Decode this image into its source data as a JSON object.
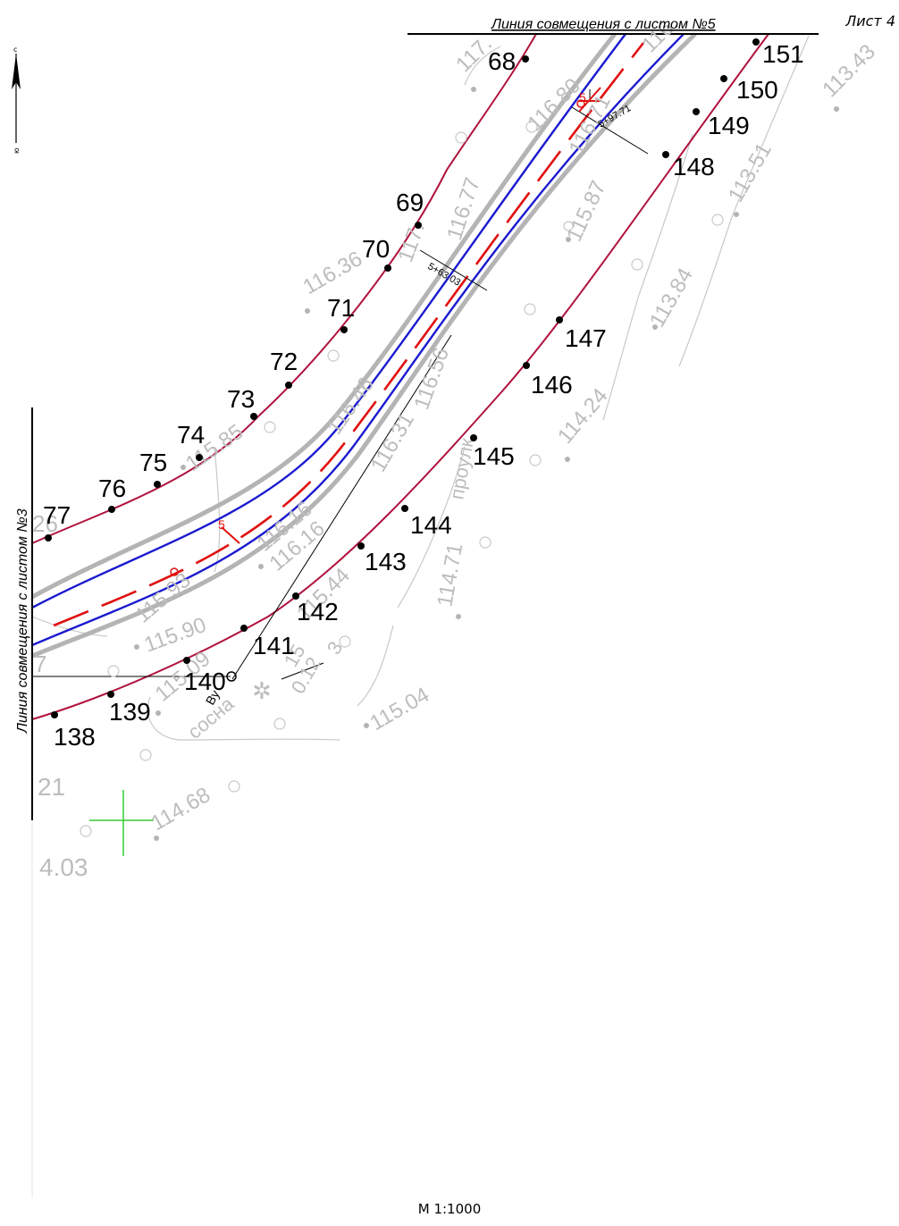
{
  "sheet": {
    "label": "Лист 4",
    "scale": "М 1:1000"
  },
  "match_lines": {
    "top": "Линия совмещения с листом №5",
    "left": "Линия совмещения с листом №3"
  },
  "north_arrow": {
    "top_letter": "с",
    "bottom_letter": "ю"
  },
  "points_north": [
    {
      "label": "68"
    },
    {
      "label": "69"
    },
    {
      "label": "70"
    },
    {
      "label": "71"
    },
    {
      "label": "72"
    },
    {
      "label": "73"
    },
    {
      "label": "74"
    },
    {
      "label": "75"
    },
    {
      "label": "76"
    },
    {
      "label": "77"
    }
  ],
  "points_south": [
    {
      "label": "138"
    },
    {
      "label": "139"
    },
    {
      "label": "140"
    },
    {
      "label": "141"
    },
    {
      "label": "142"
    },
    {
      "label": "143"
    },
    {
      "label": "144"
    },
    {
      "label": "145"
    },
    {
      "label": "146"
    },
    {
      "label": "147"
    },
    {
      "label": "148"
    },
    {
      "label": "149"
    },
    {
      "label": "150"
    },
    {
      "label": "151"
    }
  ],
  "pickets": {
    "pk1": "5+97.71",
    "pk2": "5+63.03"
  },
  "elevations": {
    "e1": "117.",
    "e2": "116.80",
    "e3": "116.71",
    "e4": "116.",
    "e5": "116.77",
    "e6": "115.87",
    "e7": "116.36",
    "e8": "117.",
    "e9": "116.46",
    "e10": "116.56",
    "e11": "115.85",
    "e12": "116.31",
    "e13": "116.16",
    "e14": "116.16",
    "e15": "115.93",
    "e16": "115.90",
    "e17": "115.44",
    "e18": "114.71",
    "e19": "115.09",
    "e20": "115.04",
    "e21": "114.68",
    "e22": "113.51",
    "e23": "113.84",
    "e24": "114.24",
    "e25": "113.43",
    "e26": "4.03",
    "e27": "21",
    "e28": "26",
    "e29": "7"
  },
  "annotations": {
    "vu": "Ву",
    "tree": "сосна",
    "tree_dims": "15",
    "tree_dims2": "0.12",
    "tree_dims3": "3",
    "path": "проулк",
    "mark5a": "5",
    "mark5b": "5"
  },
  "colors": {
    "boundary": "#b0123c",
    "pipe": "#1a1ad0",
    "axis": "#e01010",
    "edge": "#b4b4b4",
    "contour": "#c8c8c8",
    "grid": "#33cc33"
  }
}
